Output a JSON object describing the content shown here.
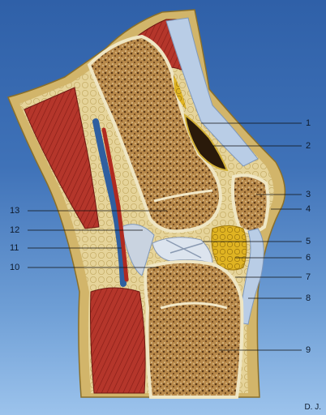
{
  "callouts": {
    "n1": "1",
    "n2": "2",
    "n3": "3",
    "n4": "4",
    "n5": "5",
    "n6": "6",
    "n7": "7",
    "n8": "8",
    "n9": "9",
    "n10": "10",
    "n11": "11",
    "n12": "12",
    "n13": "13"
  },
  "signature": "D. J.",
  "colors": {
    "background_top": "#2f60a8",
    "background_bottom": "#9cc3ec",
    "skin": "#d8c07a",
    "fat": "#e8d9a0",
    "muscle": "#b5362b",
    "bone_spongy": "#a77a3c",
    "bone_cortex": "#efe6c4",
    "tendon": "#b9cde6",
    "vessel": "#2f5fa0",
    "fat_pad": "#e0b422",
    "leader_lines": "#111111"
  }
}
